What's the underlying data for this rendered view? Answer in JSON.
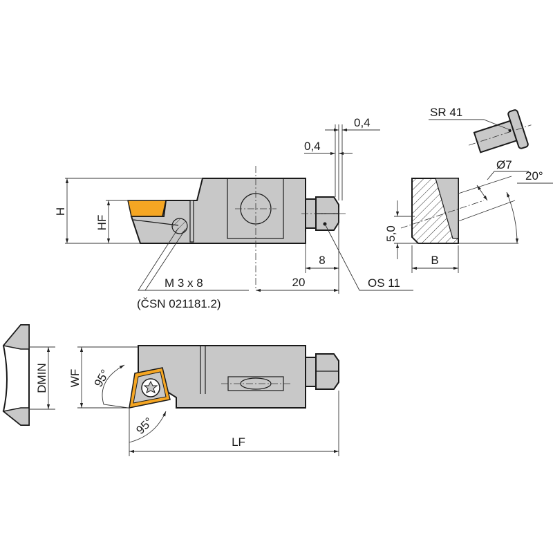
{
  "title": "Boring bar with insert - technical drawing",
  "labels": {
    "sr": "SR 41",
    "tol1": "0,4",
    "tol2": "0,4",
    "dia": "Ø7",
    "angle": "20°",
    "h": "H",
    "hf": "HF",
    "h50": "5,0",
    "b": "B",
    "d8": "8",
    "d20": "20",
    "os": "OS 11",
    "screw": "M 3 x 8",
    "std": "(ČSN 021181.2)",
    "dmin": "DMIN",
    "wf": "WF",
    "a1": "95°",
    "a2": "95°",
    "lf": "LF"
  },
  "colors": {
    "body": "#c8c8c8",
    "insert": "#f5a623",
    "line": "#1a1a1a"
  }
}
